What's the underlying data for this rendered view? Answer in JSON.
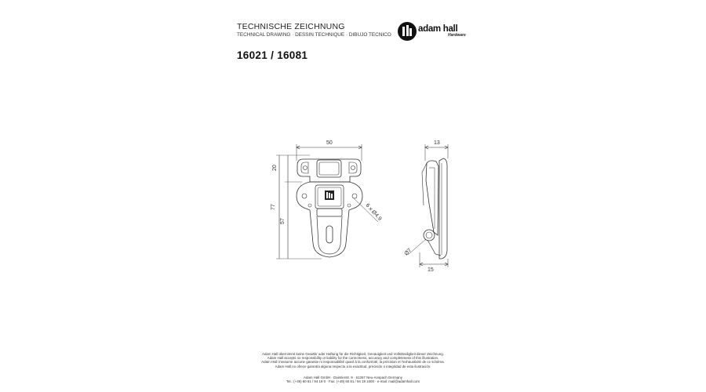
{
  "header": {
    "title": "TECHNISCHE ZEICHNUNG",
    "subtitle": "TECHNICAL DRAWING · DESSIN TECHNIQUE · DIBUJO TECNICO",
    "part_numbers": "16021 / 16081"
  },
  "logo": {
    "brand": "adam hall",
    "tagline": "Hardware",
    "icon": "adam-hall-logo-icon"
  },
  "dimensions": {
    "width_top": "50",
    "height_upper": "20",
    "height_total": "77",
    "height_lower": "57",
    "holes": "6 x Ø4.9",
    "side_depth": "13",
    "side_base": "15",
    "side_diameter": "Ø7"
  },
  "footer": {
    "disclaimer": [
      "Adam Hall übernimmt keine Gewähr oder Haftung für die Richtigkeit, Genauigkeit und Vollständigkeit dieser Zeichnung.",
      "Adam Hall accepts no responsibility or liability for the correctness, accuracy and completeness of this illustration.",
      "Adam Hall n'assume aucune garantie ni responsabilité quant à la conformité, la précision et l'exhaustivité de ce schéma.",
      "Adam Hall no ofrece garantía alguna respecto a la exactitud, precisión o integridad de esta ilustración."
    ],
    "address": [
      "Adam Hall GmbH · Daimlerstr. 9 · 61267 Neu-Anspach Germany",
      "Tel.: (+49) 60 81 / 94 19 0 · Fax: (+49) 60 81 / 94 19 1000 · e-mail: mail@adamhall.com"
    ]
  }
}
